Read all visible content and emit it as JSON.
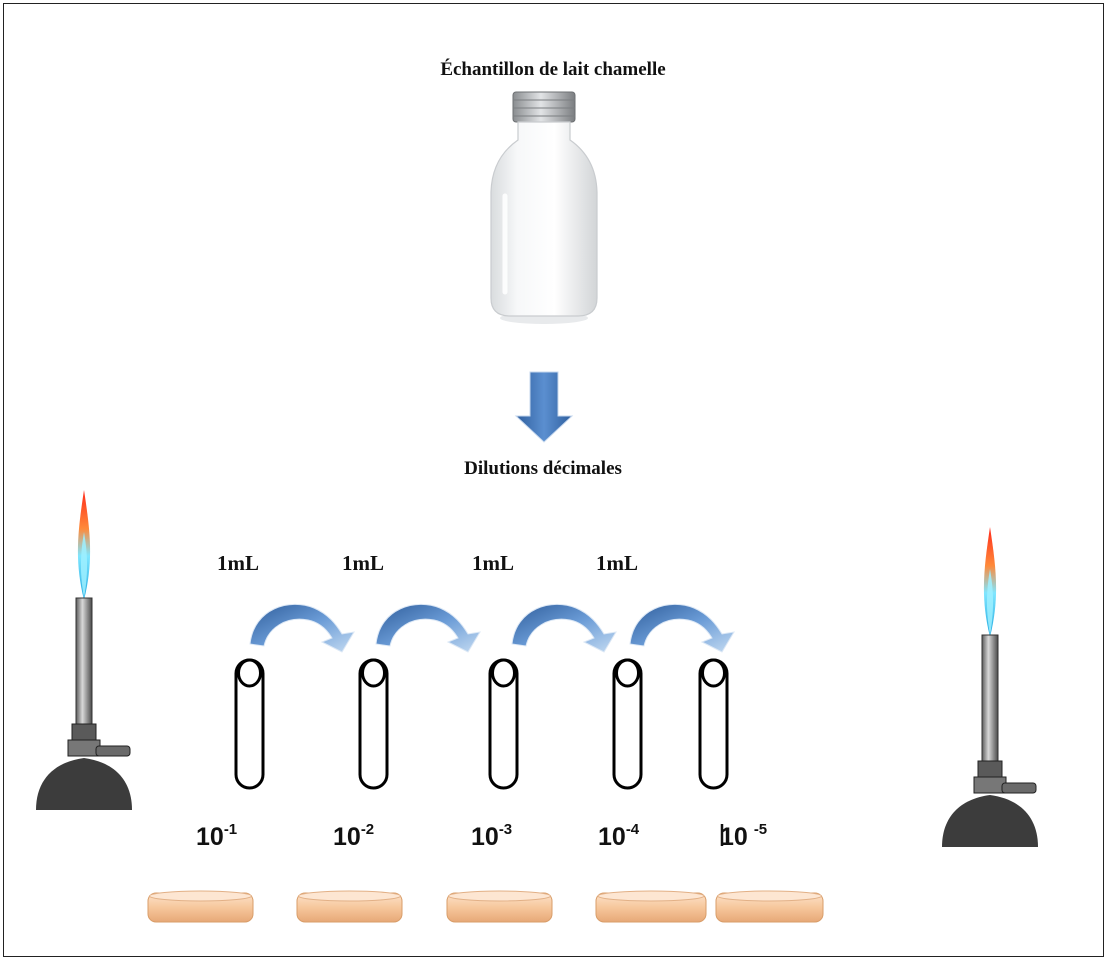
{
  "sample_label": "Échantillon de lait chamelle",
  "dilution_label": "Dilutions décimales",
  "transfer_volume": "1mL",
  "transfers": [
    "1mL",
    "1mL",
    "1mL",
    "1mL"
  ],
  "tubes": [
    {
      "base": "10",
      "exponent": "-1"
    },
    {
      "base": "10",
      "exponent": "-2"
    },
    {
      "base": "10",
      "exponent": "-3"
    },
    {
      "base": "10",
      "exponent": "-4"
    },
    {
      "base": "10",
      "exponent": "-5"
    }
  ],
  "petri_dish_count": 5,
  "bunsen_burner_count": 2,
  "colors": {
    "arrow_blue": "#3f74b8",
    "arrow_light": "#a9c6e8",
    "petri_fill": "#f7c9a0",
    "petri_edge": "#d99e6a",
    "burner_dark": "#3c3c3c",
    "flame_red": "#e8362a",
    "flame_blue": "#5fd3f0",
    "frame": "#222222"
  }
}
